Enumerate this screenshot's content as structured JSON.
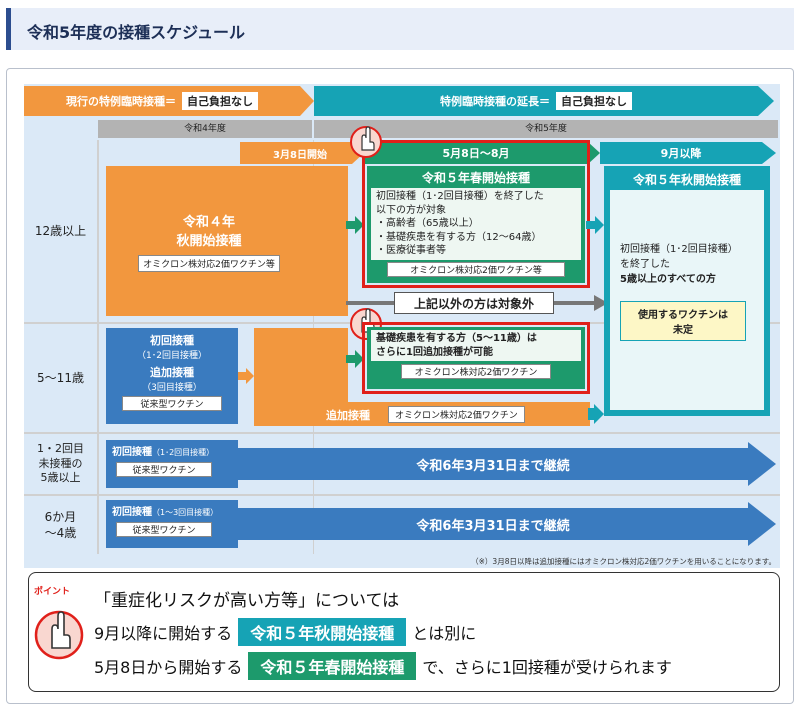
{
  "header": {
    "title": "令和5年度の接種スケジュール"
  },
  "banners": {
    "current_label": "現行の特例臨時接種＝",
    "current_box": "自己負担なし",
    "extended_label": "特例臨時接種の延長＝",
    "extended_box": "自己負担なし"
  },
  "years": {
    "r4": "令和4年度",
    "r5": "令和5年度"
  },
  "rows": {
    "r12": "12歳以上",
    "r5_11": "5〜11歳",
    "unvac_1": "1・2回目",
    "unvac_2": "未接種の",
    "unvac_3": "5歳以上",
    "infant_1": "6か月",
    "infant_2": "〜4歳"
  },
  "phases": {
    "mar8": "3月8日開始",
    "may_aug": "5月8日〜8月",
    "sep": "9月以降"
  },
  "autumn_r4": {
    "title1": "令和４年",
    "title2": "秋開始接種",
    "vaccine": "オミクロン株対応2価ワクチン等"
  },
  "spring": {
    "title": "令和５年春開始接種",
    "line1": "初回接種（1･2回目接種）を終了した",
    "line2": "以下の方が対象",
    "item1": "・高齢者（65歳以上）",
    "item2": "・基礎疾患を有する方（12〜64歳）",
    "item3": "・医療従事者等",
    "vaccine": "オミクロン株対応2価ワクチン等"
  },
  "others": "上記以外の方は対象外",
  "child_spring": {
    "line1": "基礎疾患を有する方（5〜11歳）は",
    "line2": "さらに1回追加接種が可能",
    "vaccine": "オミクロン株対応2価ワクチン"
  },
  "autumn_r5": {
    "title": "令和５年秋開始接種",
    "line1": "初回接種（1･2回目接種）",
    "line2": "を終了した",
    "line3": "5歳以上のすべての方",
    "vaccine_label1": "使用するワクチンは",
    "vaccine_label2": "未定"
  },
  "child_block": {
    "initial": "初回接種",
    "initial_sub": "（1･2回目接種）",
    "booster": "追加接種",
    "booster_sub": "（3回目接種）",
    "vaccine": "従来型ワクチン"
  },
  "booster_row": {
    "label": "追加接種",
    "vaccine": "オミクロン株対応2価ワクチン"
  },
  "unvac_block": {
    "label": "初回接種",
    "sub": "（1･2回目接種）",
    "vaccine": "従来型ワクチン"
  },
  "infant_block": {
    "label": "初回接種",
    "sub": "（1〜3回目接種）",
    "vaccine": "従来型ワクチン"
  },
  "continue_text": "令和6年3月31日まで継続",
  "footnote": "（※）3月8日以降は追加接種にはオミクロン株対応2価ワクチンを用いることになります。",
  "point": {
    "badge": "ポイント",
    "title": "「重症化リスクが高い方等」については",
    "l2_pre": "9月以降に開始する",
    "l2_pill": "令和５年秋開始接種",
    "l2_post": "とは別に",
    "l3_pre": "5月8日から開始する",
    "l3_pill": "令和５年春開始接種",
    "l3_post": "で、さらに1回接種が受けられます"
  },
  "colors": {
    "orange": "#f2973e",
    "blue": "#3a7bbf",
    "teal": "#16a3b5",
    "green": "#1d9a6c",
    "red": "#e0201a"
  }
}
